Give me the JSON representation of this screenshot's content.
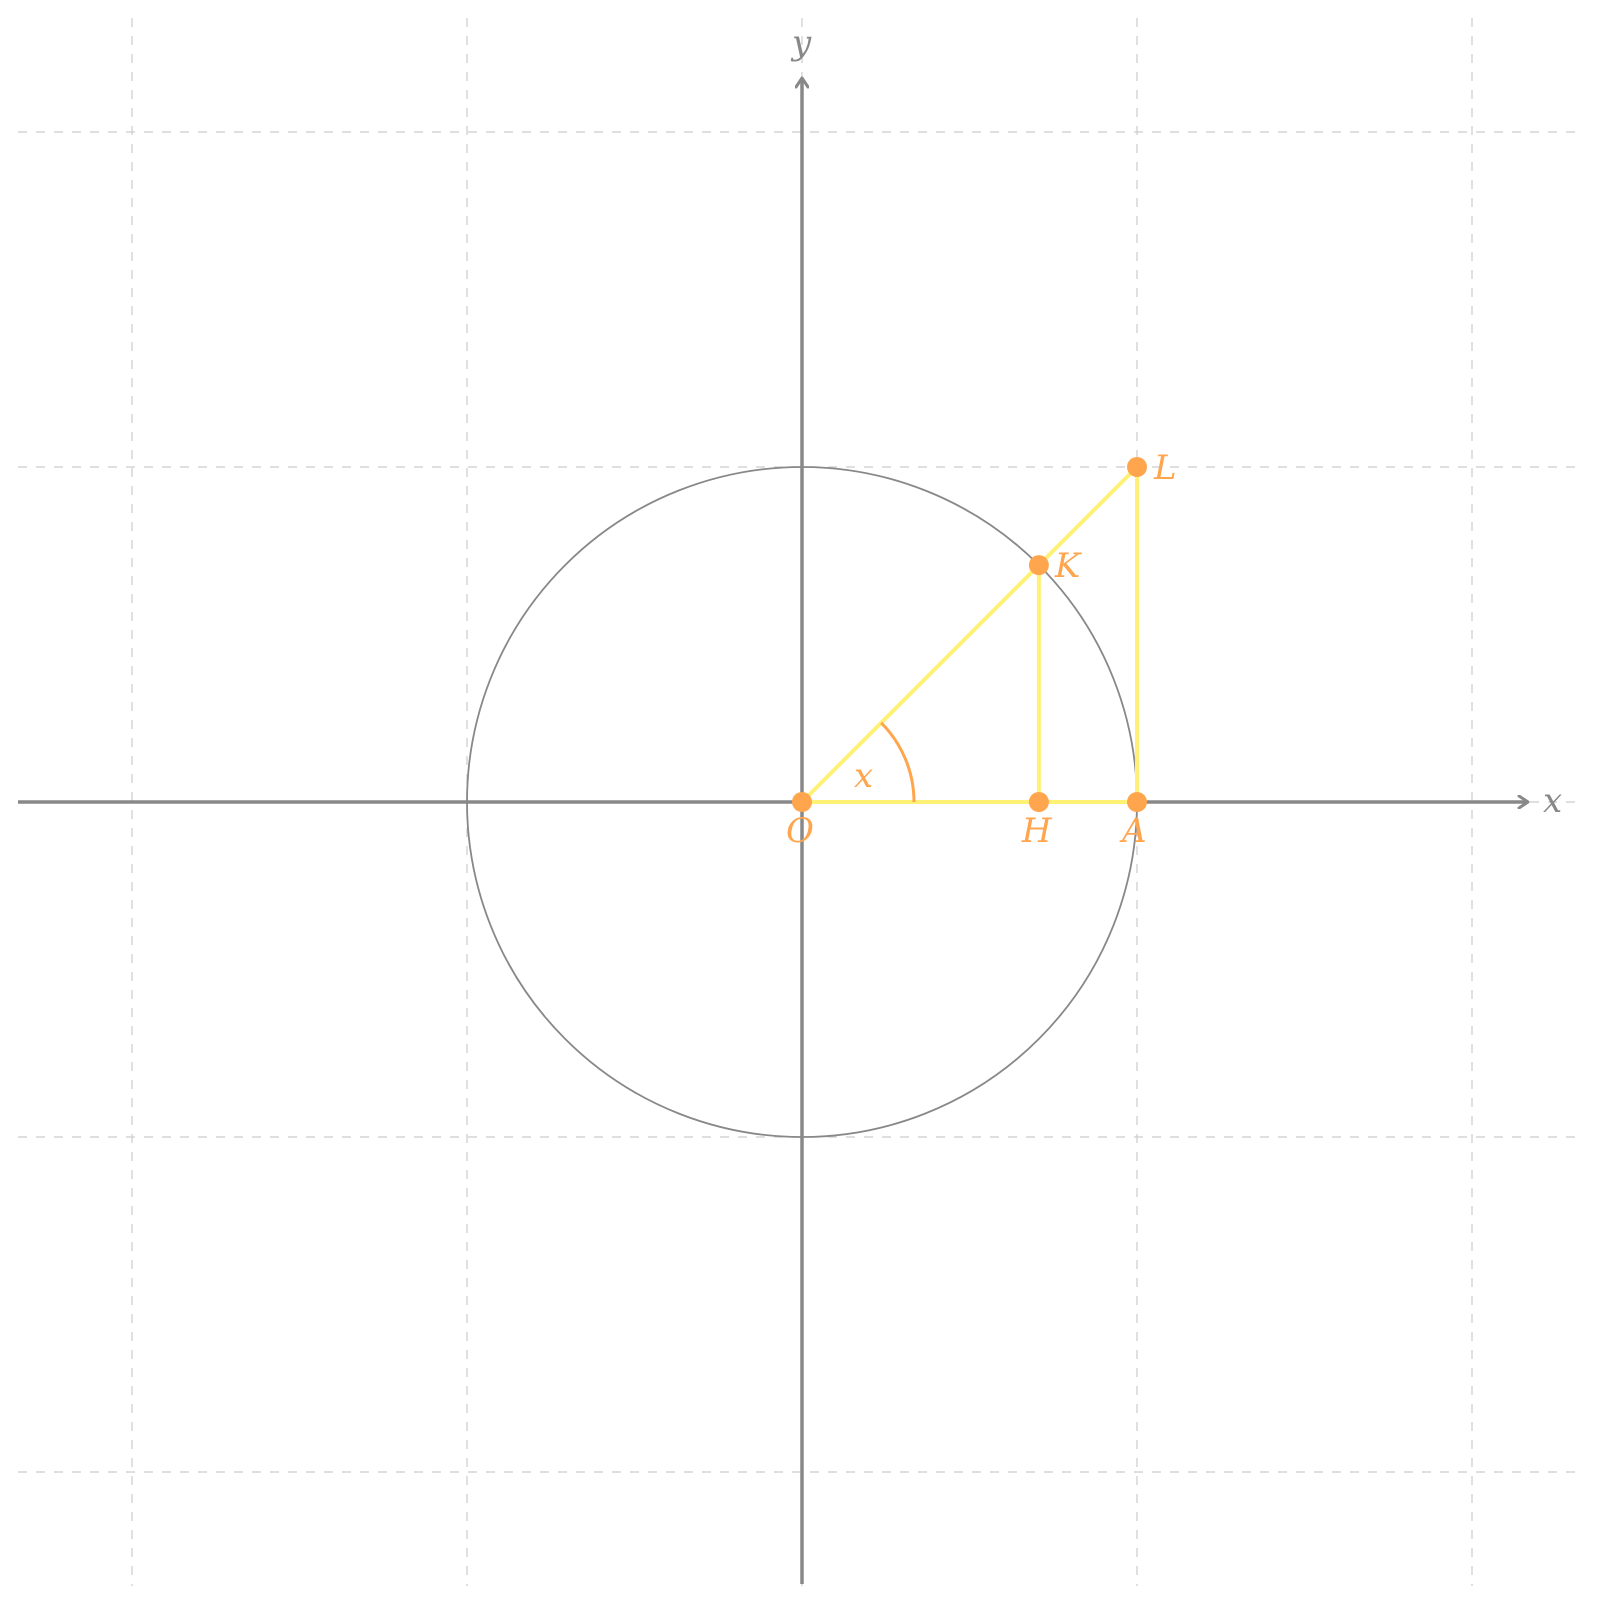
{
  "diagram": {
    "type": "unit-circle-tangent",
    "axes": {
      "x_label": "x",
      "y_label": "y"
    },
    "grid": {
      "visible": true,
      "style": "dashed",
      "x_ticks": [
        -2,
        -1,
        0,
        1,
        2
      ],
      "y_ticks": [
        -2,
        -1,
        0,
        1,
        2
      ]
    },
    "view": {
      "xmin": -2.33,
      "xmax": 2.33,
      "ymin": -2.33,
      "ymax": 2.33
    },
    "circle": {
      "center": [
        0,
        0
      ],
      "radius": 1
    },
    "angle": {
      "label": "x",
      "degrees": 45
    },
    "points": [
      {
        "id": "O",
        "label": "O",
        "x": 0,
        "y": 0
      },
      {
        "id": "H",
        "label": "H",
        "x": 0.7071,
        "y": 0
      },
      {
        "id": "A",
        "label": "A",
        "x": 1,
        "y": 0
      },
      {
        "id": "K",
        "label": "K",
        "x": 0.7071,
        "y": 0.7071
      },
      {
        "id": "L",
        "label": "L",
        "x": 1,
        "y": 1
      }
    ],
    "segments": [
      [
        "O",
        "L"
      ],
      [
        "O",
        "A"
      ],
      [
        "K",
        "H"
      ],
      [
        "L",
        "A"
      ]
    ],
    "colors": {
      "axis": "#888888",
      "grid": "#cccccc",
      "circle": "#888888",
      "segment": "#fff176",
      "point": "#ffa54d",
      "angle_arc": "#ffa54d"
    }
  }
}
